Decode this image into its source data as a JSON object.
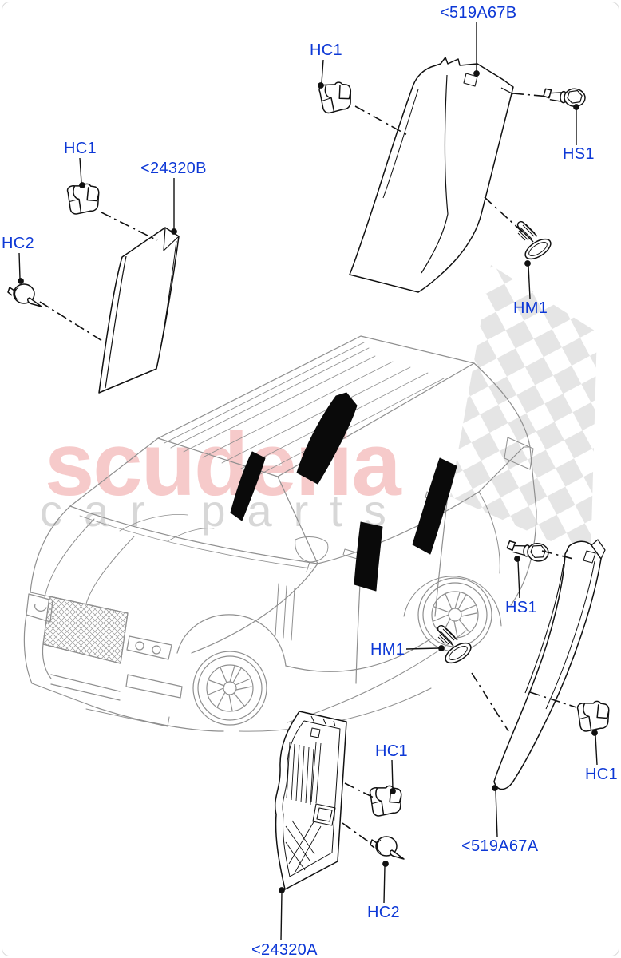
{
  "diagram": {
    "type": "exploded-parts-diagram",
    "labels": [
      {
        "id": "hc1-top-right",
        "text": "HC1"
      },
      {
        "id": "part-519a67b",
        "text": "<519A67B"
      },
      {
        "id": "hs1-top",
        "text": "HS1"
      },
      {
        "id": "hm1-top",
        "text": "HM1"
      },
      {
        "id": "hc1-top-left",
        "text": "HC1"
      },
      {
        "id": "part-24320b",
        "text": "<24320B"
      },
      {
        "id": "hc2-left",
        "text": "HC2"
      },
      {
        "id": "hs1-mid",
        "text": "HS1"
      },
      {
        "id": "hm1-mid",
        "text": "HM1"
      },
      {
        "id": "hc1-bottom-mid",
        "text": "HC1"
      },
      {
        "id": "hc1-bottom-right",
        "text": "HC1"
      },
      {
        "id": "part-519a67a",
        "text": "<519A67A"
      },
      {
        "id": "hc2-bottom",
        "text": "HC2"
      },
      {
        "id": "part-24320a",
        "text": "<24320A"
      }
    ],
    "colors": {
      "label_blue": "#0d38d6",
      "part_line": "#111111",
      "car_line": "#8f8f8f",
      "pillar_fill": "#0a0a0a",
      "watermark_brand": "#f6caca",
      "watermark_letters": "#d7d7d7",
      "checker_gray": "#e2e2e2"
    }
  },
  "watermark": {
    "brand": "scuderia",
    "letters": "car parts"
  }
}
